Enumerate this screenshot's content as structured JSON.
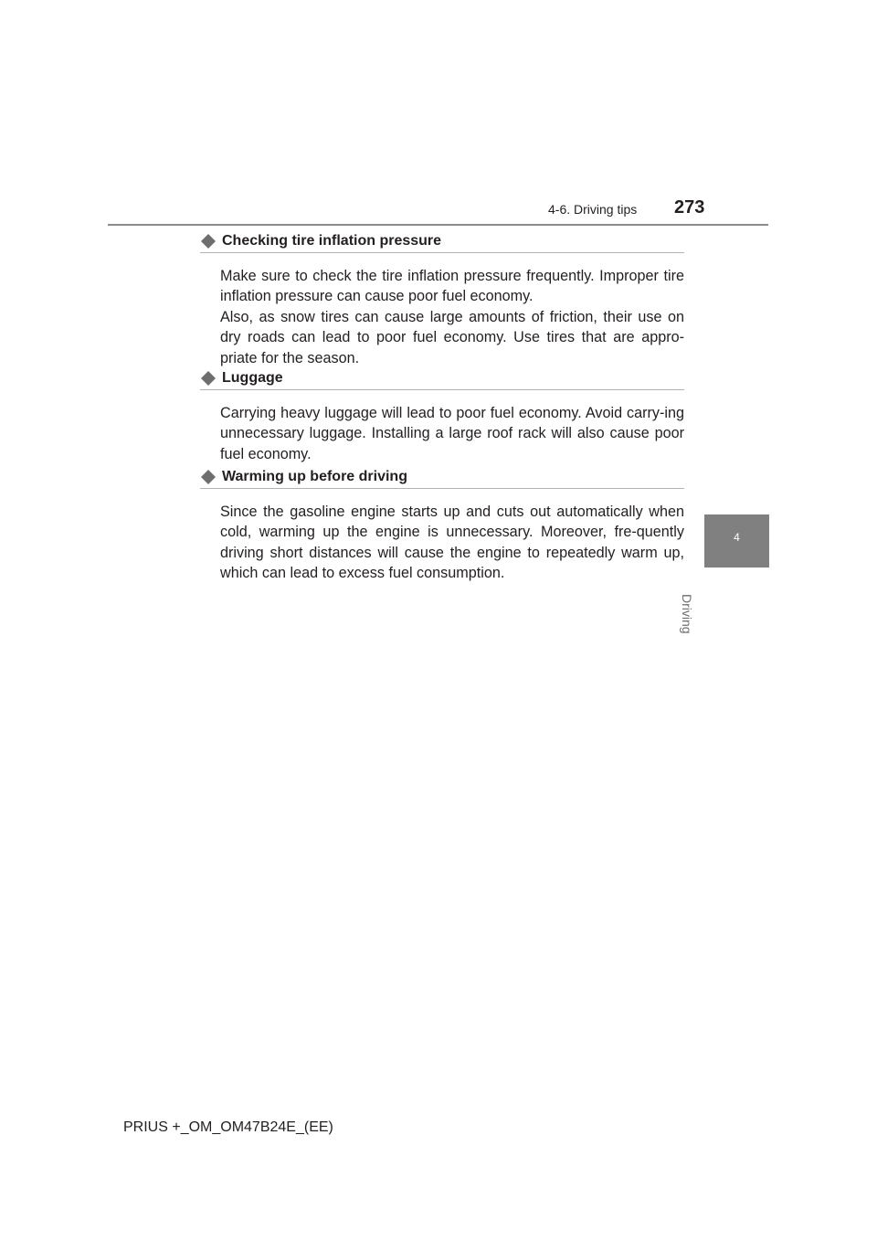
{
  "header": {
    "section": "4-6. Driving tips",
    "page_number": "273"
  },
  "side_tab": {
    "number": "4",
    "label": "Driving"
  },
  "sections": [
    {
      "title": "Checking tire inflation pressure",
      "paragraphs": [
        "Make sure to check the tire inflation pressure frequently. Improper tire inflation pressure can cause poor fuel economy.",
        "Also, as snow tires can cause large amounts of friction, their use on dry roads can lead to poor fuel economy. Use tires that are appro-priate for the season."
      ]
    },
    {
      "title": "Luggage",
      "paragraphs": [
        "Carrying heavy luggage will lead to poor fuel economy. Avoid carry-ing unnecessary luggage. Installing a large roof rack will also cause poor fuel economy."
      ]
    },
    {
      "title": "Warming up before driving",
      "paragraphs": [
        "Since the gasoline engine starts up and cuts out automatically when cold, warming up the engine is unnecessary. Moreover, fre-quently driving short distances will cause the engine to repeatedly warm up, which can lead to excess fuel consumption."
      ]
    }
  ],
  "footer": {
    "doc_code": "PRIUS +_OM_OM47B24E_(EE)"
  },
  "colors": {
    "text": "#231f20",
    "tab_background": "#808080",
    "rule": "#8c8c8c",
    "diamond": "#6e6e6e"
  },
  "icons": {
    "bullet": "diamond-icon"
  }
}
